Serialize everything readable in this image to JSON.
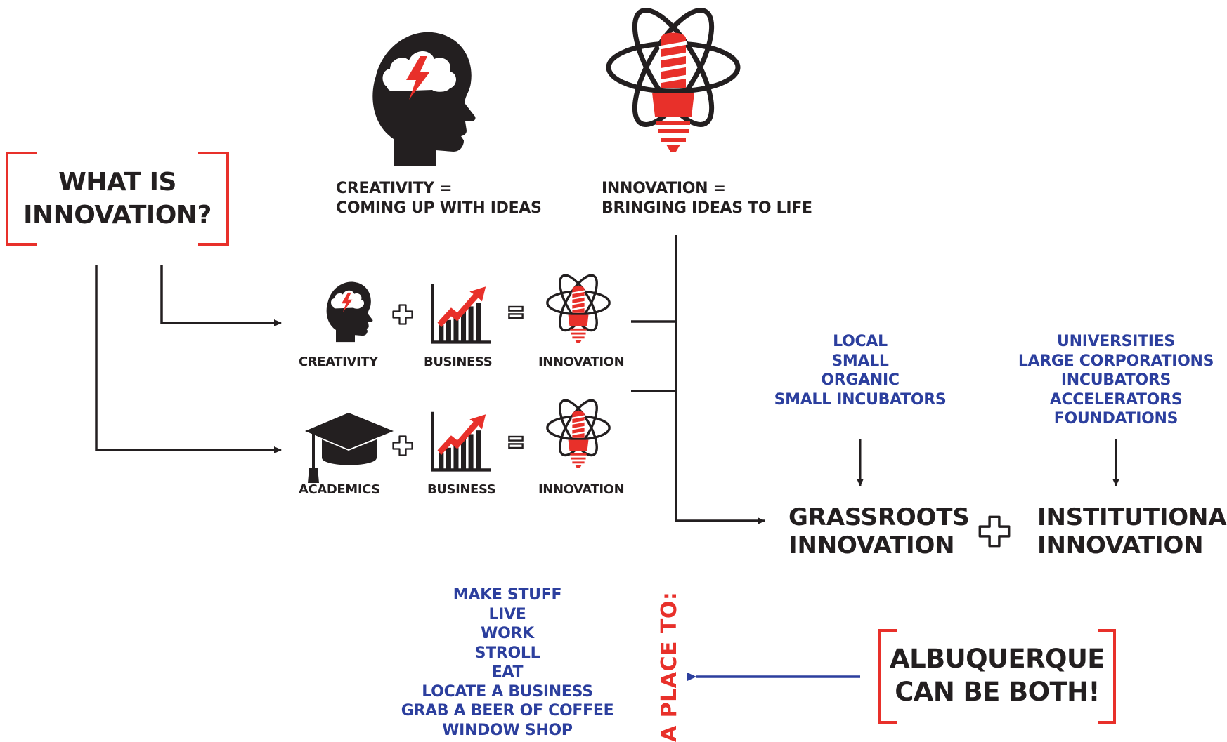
{
  "title": {
    "line1": "WHAT IS",
    "line2": "INNOVATION?"
  },
  "definitions": {
    "creativity": {
      "line1": "CREATIVITY =",
      "line2": "COMING UP WITH IDEAS"
    },
    "innovation": {
      "line1": "INNOVATION =",
      "line2": "BRINGING IDEAS TO LIFE"
    }
  },
  "equation_rows": [
    {
      "a": "CREATIVITY",
      "b": "BUSINESS",
      "c": "INNOVATION"
    },
    {
      "a": "ACADEMICS",
      "b": "BUSINESS",
      "c": "INNOVATION"
    }
  ],
  "grassroots": {
    "examples": [
      "LOCAL",
      "SMALL",
      "ORGANIC",
      "SMALL INCUBATORS"
    ],
    "label_line1": "GRASSROOTS",
    "label_line2": "INNOVATION"
  },
  "institutional": {
    "examples": [
      "UNIVERSITIES",
      "LARGE CORPORATIONS",
      "INCUBATORS",
      "ACCELERATORS",
      "FOUNDATIONS"
    ],
    "label_line1": "INSTITUTIONAL",
    "label_line2": "INNOVATION"
  },
  "conclusion": {
    "line1": "ALBUQUERQUE",
    "line2": "CAN BE BOTH!"
  },
  "place_to": {
    "vertical_label": "A PLACE TO:",
    "items": [
      "MAKE STUFF",
      "LIVE",
      "WORK",
      "STROLL",
      "EAT",
      "LOCATE A BUSINESS",
      "GRAB A BEER OF COFFEE",
      "WINDOW SHOP"
    ]
  },
  "icons": [
    "head-storm-icon",
    "atom-lightbulb-icon",
    "bar-chart-icon",
    "graduation-cap-icon",
    "plus-icon",
    "equals-icon"
  ],
  "colors": {
    "red": "#e8302a",
    "blue": "#2c3f9e",
    "dark": "#231f20"
  }
}
